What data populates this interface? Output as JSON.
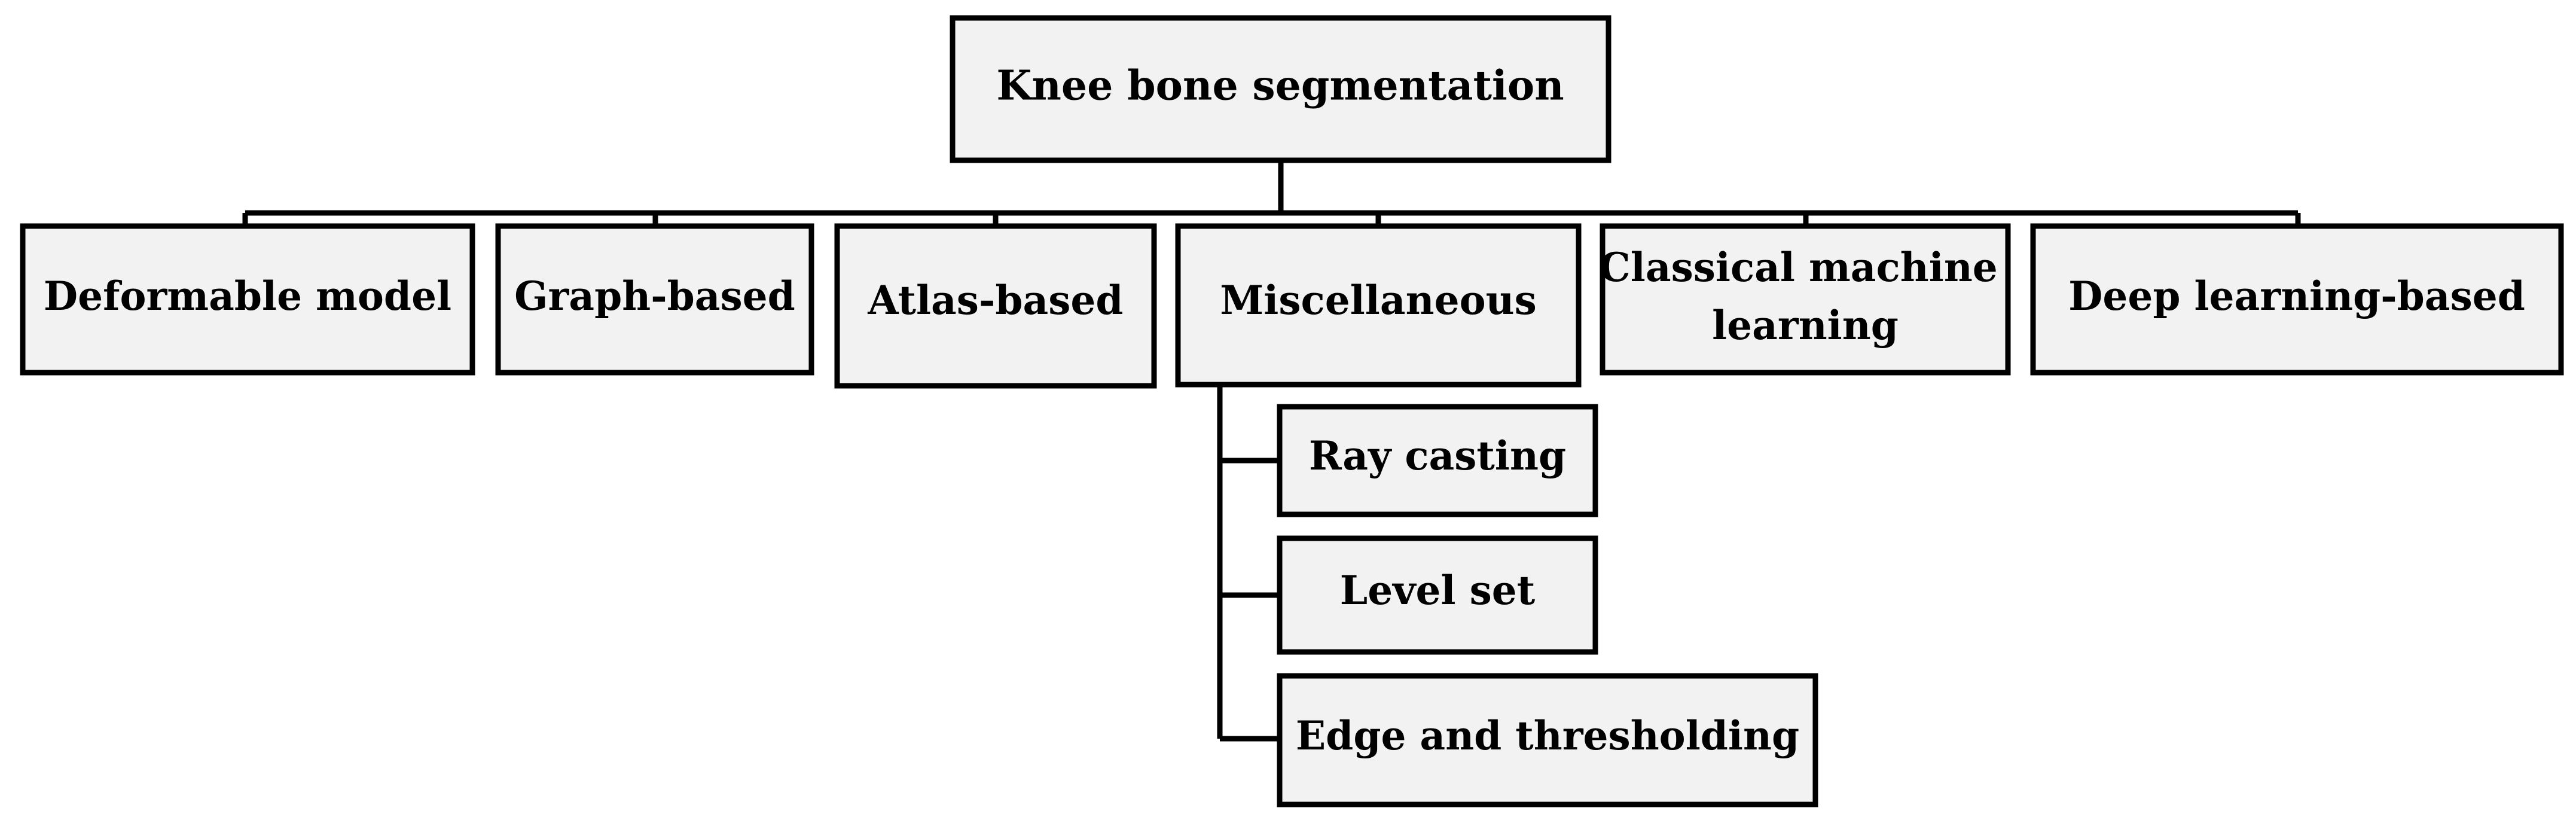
{
  "diagram": {
    "root": "Knee bone segmentation",
    "categories": [
      "Deformable model",
      "Graph-based",
      "Atlas-based",
      "Miscellaneous",
      [
        "Classical machine",
        "learning"
      ],
      "Deep learning-based"
    ],
    "miscellaneous_children": [
      "Ray casting",
      "Level set",
      "Edge and thresholding"
    ]
  }
}
